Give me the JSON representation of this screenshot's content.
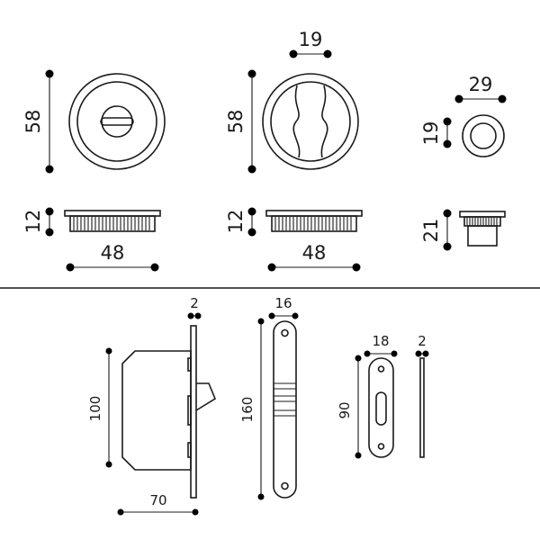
{
  "dimensions": {
    "rosette_height": "58",
    "rosette_thickness": "12",
    "rosette_width": "48",
    "pull_rosette_height": "58",
    "pull_grip_width": "19",
    "pull_rosette_thickness": "12",
    "pull_rosette_width": "48",
    "knob_width": "29",
    "knob_height": "19",
    "knob_depth": "21",
    "lock_faceplate_thickness": "2",
    "lock_body_height": "100",
    "lock_body_depth": "70",
    "faceplate_width": "16",
    "faceplate_height": "160",
    "strike_width": "18",
    "strike_height": "90",
    "strike_thickness": "2"
  },
  "colors": {
    "line": "#1a1a1a",
    "dot": "#000000",
    "background": "#ffffff"
  }
}
